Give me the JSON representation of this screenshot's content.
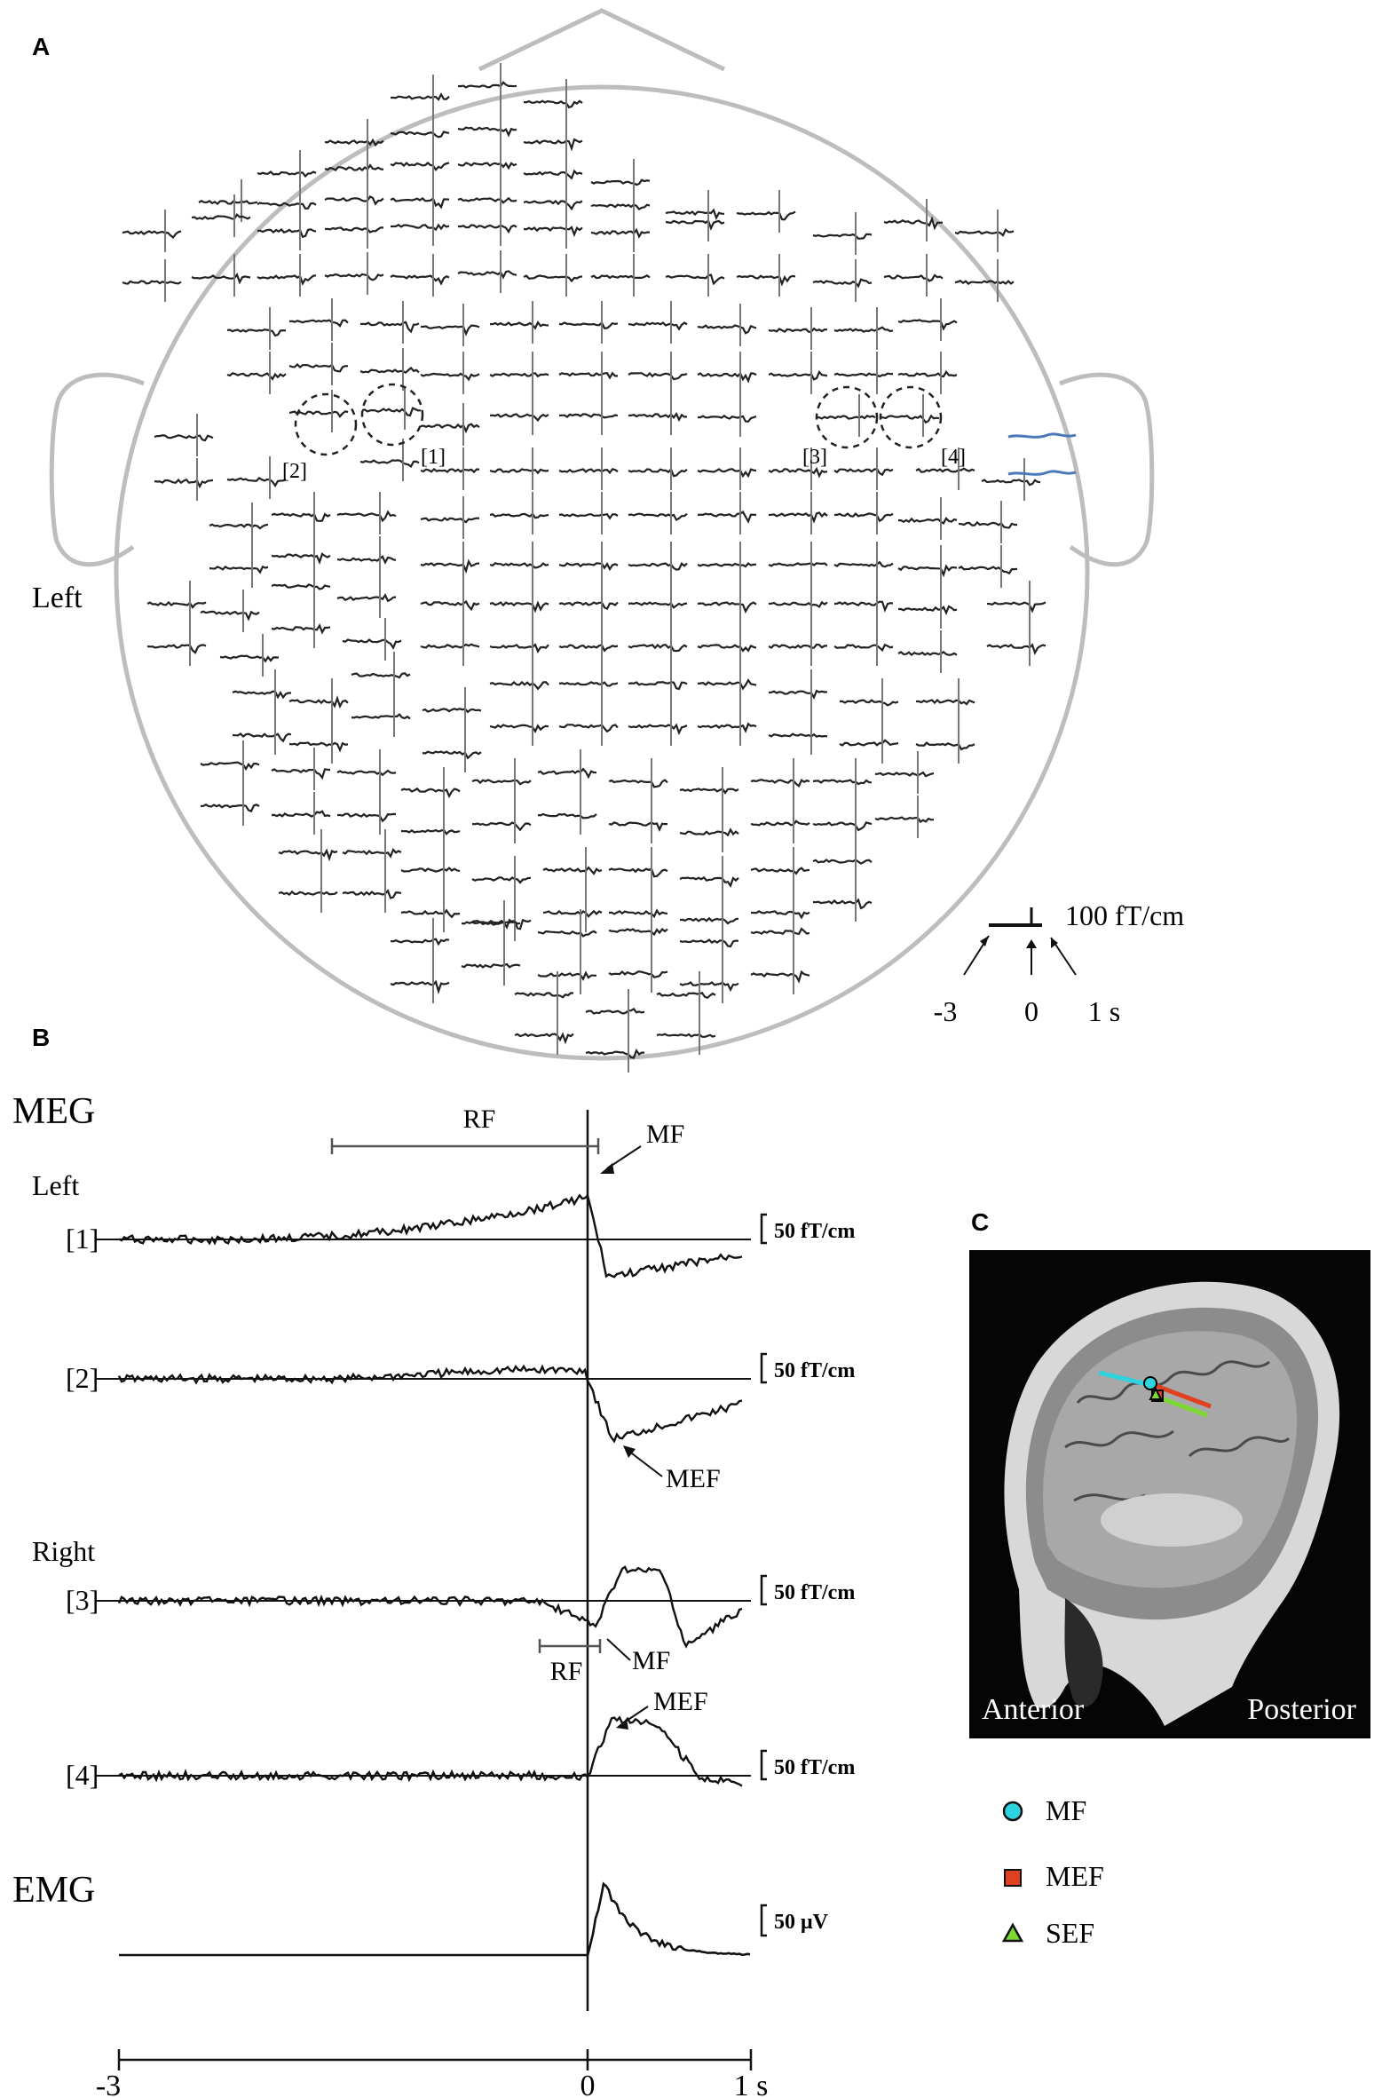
{
  "panels": {
    "a": {
      "label": "A",
      "side_label": "Left",
      "circled_sensors": [
        "[1]",
        "[2]",
        "[3]",
        "[4]"
      ],
      "scale_value": "100 fT/cm",
      "time_ticks": [
        "-3",
        "0",
        "1 s"
      ],
      "highlight_color": "#4a78b8"
    },
    "b": {
      "label": "B",
      "meg_label": "MEG",
      "emg_label": "EMG",
      "left_label": "Left",
      "right_label": "Right",
      "rf_label": "RF",
      "mf_label": "MF",
      "mef_label": "MEF",
      "traces": [
        {
          "id": "[1]",
          "scale": "50 fT/cm"
        },
        {
          "id": "[2]",
          "scale": "50 fT/cm"
        },
        {
          "id": "[3]",
          "scale": "50 fT/cm"
        },
        {
          "id": "[4]",
          "scale": "50 fT/cm"
        }
      ],
      "emg_scale": "50 μV",
      "x_ticks": [
        "-3",
        "0",
        "1 s"
      ]
    },
    "c": {
      "label": "C",
      "anterior": "Anterior",
      "posterior": "Posterior",
      "legend": [
        {
          "label": "MF",
          "shape": "circle",
          "color": "#2fd3e0"
        },
        {
          "label": "MEF",
          "shape": "square",
          "color": "#e0401e"
        },
        {
          "label": "SEF",
          "shape": "triangle",
          "color": "#7cd832"
        }
      ]
    }
  }
}
